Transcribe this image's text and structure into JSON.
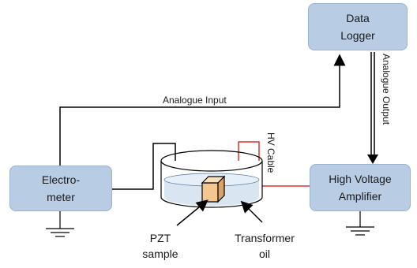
{
  "boxes": {
    "data_logger": [
      "Data",
      "Logger"
    ],
    "electrometer": [
      "Electro-",
      "meter"
    ],
    "hv_amplifier": [
      "High Voltage",
      "Amplifier"
    ]
  },
  "labels": {
    "analogue_input": "Analogue Input",
    "analogue_output": "Analogue Output",
    "hv_cable": "HV Cable",
    "pzt_sample": [
      "PZT",
      "sample"
    ],
    "transformer_oil": [
      "Transformer",
      "oil"
    ]
  },
  "colors": {
    "box_fill": "#b8cce4",
    "wire": "#000000",
    "hv_wire": "#e0302a",
    "sample_fill": "#f5c78e",
    "oil": "#d9e6f2"
  }
}
